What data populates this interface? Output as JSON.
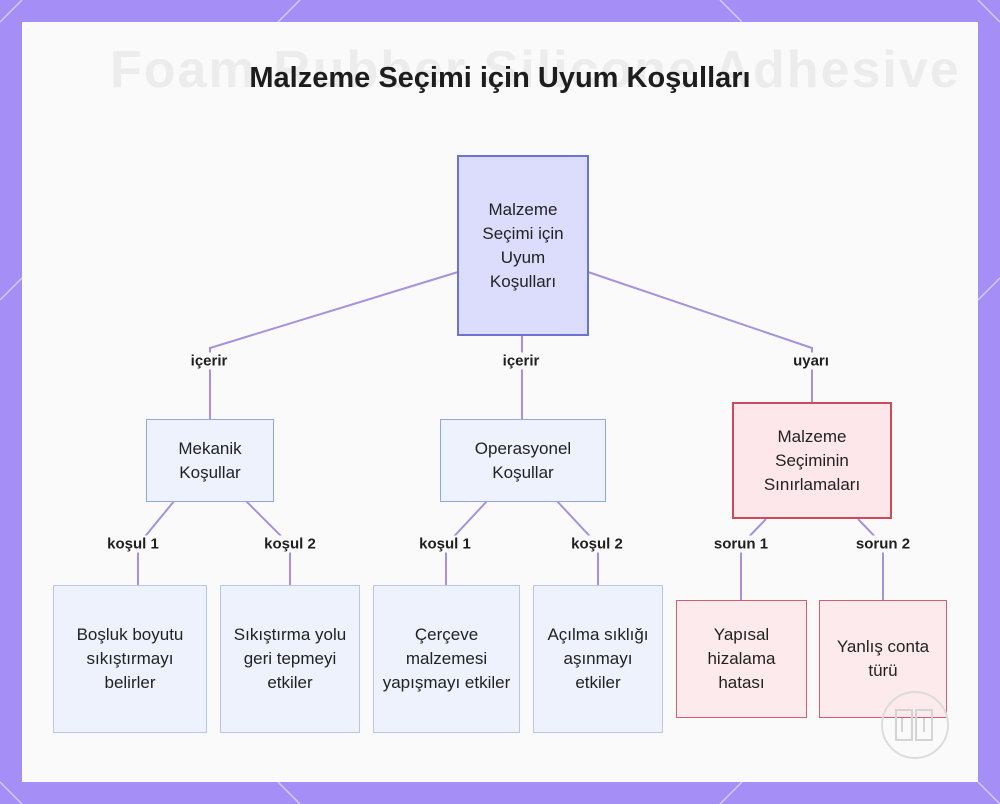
{
  "title": "Malzeme Seçimi için Uyum Koşulları",
  "background_text": "Foam Rubber Silicone Adhesive",
  "colors": {
    "frame": "#a58ef5",
    "root_fill": "#dcdcfc",
    "node_fill": "#eef2fd",
    "warn_fill": "#fde7ea",
    "warn_border": "#cc4a5a",
    "edge": "#a890de"
  },
  "nodes": {
    "root": "Malzeme Seçimi için Uyum Koşulları",
    "mechanical": "Mekanik Koşullar",
    "operational": "Operasyonel Koşullar",
    "limitations": "Malzeme Seçiminin Sınırlamaları",
    "gap_size": "Boşluk boyutu sıkıştırmayı belirler",
    "compression_set": "Sıkıştırma yolu geri tepmeyi etkiler",
    "frame_material": "Çerçeve malzemesi yapışmayı etkiler",
    "opening_freq": "Açılma sıklığı aşınmayı etkiler",
    "misalignment": "Yapısal hizalama hatası",
    "wrong_seal": "Yanlış conta türü"
  },
  "edge_labels": {
    "contains_1": "içerir",
    "contains_2": "içerir",
    "warning": "uyarı",
    "cond_1a": "koşul 1",
    "cond_2a": "koşul 2",
    "cond_1b": "koşul 1",
    "cond_2b": "koşul 2",
    "issue_1": "sorun 1",
    "issue_2": "sorun 2"
  },
  "icons": {
    "watermark": "book-logo-icon"
  }
}
